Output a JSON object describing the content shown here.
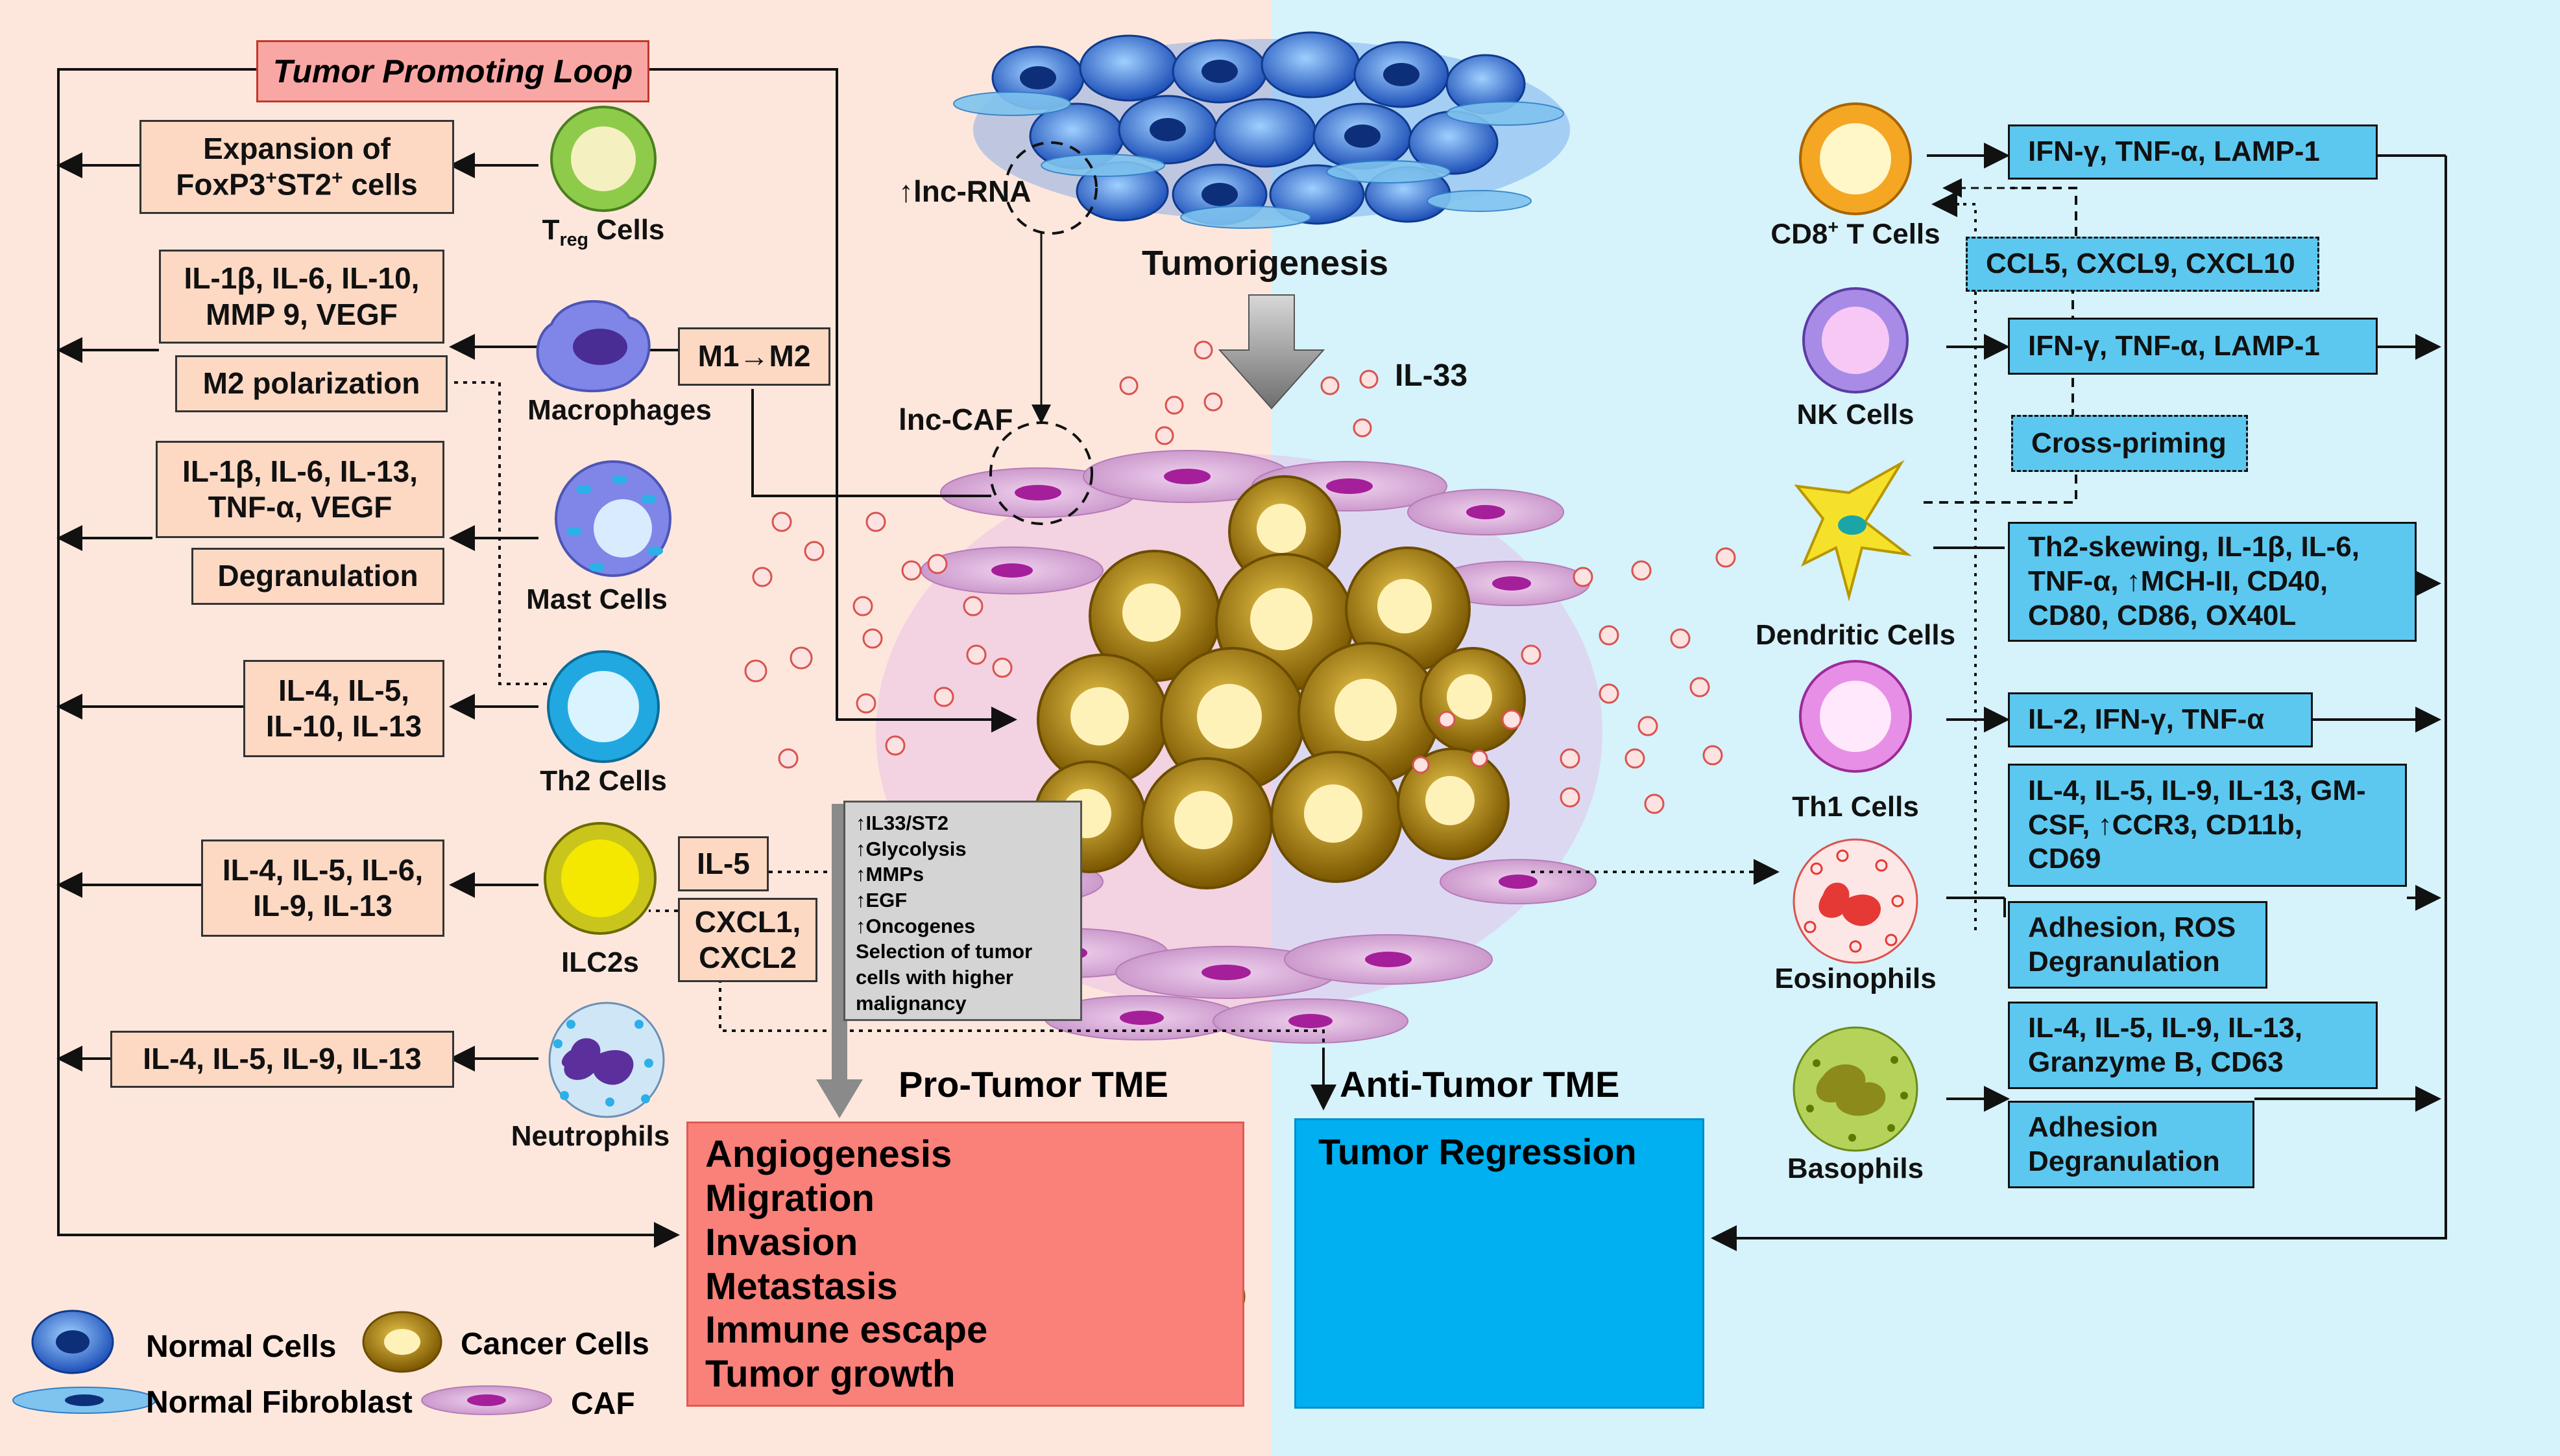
{
  "colors": {
    "left_bg": "#fde7dc",
    "right_bg": "#d6f2fb",
    "promoting_box": "#fdd9c4",
    "anti_box": "#5cc8f0",
    "pro_outcome": "#fa807a",
    "anti_outcome": "#00b0f0",
    "cancer": "#b8860b",
    "caf": "#d8a6d6",
    "normal": "#2b6cd8",
    "il33_dot": "#d9534f"
  },
  "header": {
    "tumor_promoting_loop": "Tumor Promoting Loop",
    "tumorigenesis": "Tumorigenesis",
    "lnc_rna": "↑lnc-RNA",
    "lnc_caf": "lnc-CAF",
    "il33": "IL-33",
    "m1_m2": "M1→M2"
  },
  "left_cells": {
    "treg": {
      "pre": "T",
      "sub": "reg",
      "post": " Cells"
    },
    "macrophages": "Macrophages",
    "mast": "Mast Cells",
    "th2": "Th2 Cells",
    "ilc2s": "ILC2s",
    "neutrophils": "Neutrophils"
  },
  "left_boxes": {
    "treg_line1": "Expansion of",
    "treg_line2_a": "FoxP3",
    "treg_line2_b": "ST2",
    "treg_line2_c": " cells",
    "treg_sup1": "+",
    "treg_sup2": "+",
    "mac_line1": "IL-1β, IL-6, IL-10,",
    "mac_line2": "MMP 9, VEGF",
    "mac_m2": "M2 polarization",
    "mast_line1": "IL-1β, IL-6, IL-13,",
    "mast_line2": "TNF-α, VEGF",
    "mast_degran": "Degranulation",
    "th2_line1": "IL-4, IL-5,",
    "th2_line2": "IL-10, IL-13",
    "ilc2_line1": "IL-4, IL-5, IL-6,",
    "ilc2_line2": "IL-9, IL-13",
    "ilc2_il5": "IL-5",
    "ilc2_cxcl1": "CXCL1,",
    "ilc2_cxcl2": "CXCL2",
    "neut": "IL-4, IL-5, IL-9, IL-13"
  },
  "center_box": [
    "↑IL33/ST2",
    "↑Glycolysis",
    "↑MMPs",
    "↑EGF",
    "↑Oncogenes",
    "Selection of tumor",
    "cells with higher",
    "malignancy"
  ],
  "pro_tumor": {
    "title": "Pro-Tumor TME",
    "items": [
      "Angiogenesis",
      "Migration",
      "Invasion",
      "Metastasis",
      "Immune escape",
      "Tumor growth"
    ]
  },
  "anti_tumor": {
    "title": "Anti-Tumor TME",
    "outcome": "Tumor Regression"
  },
  "right_cells": {
    "cd8_a": "CD8",
    "cd8_sup": "+",
    "cd8_b": " T Cells",
    "nk": "NK Cells",
    "dendritic": "Dendritic Cells",
    "th1": "Th1 Cells",
    "eosinophils": "Eosinophils",
    "basophils": "Basophils"
  },
  "right_boxes": {
    "cd8": "IFN-γ, TNF-α, LAMP-1",
    "ccl5": "CCL5, CXCL9, CXCL10",
    "nk": "IFN-γ, TNF-α, LAMP-1",
    "cross_priming": "Cross-priming",
    "dc_line1": "Th2-skewing, IL-1β, IL-6,",
    "dc_line2": "TNF-α, ↑MCH-II, CD40,",
    "dc_line3": "CD80, CD86, OX40L",
    "th1": "IL-2, IFN-γ, TNF-α",
    "eos_line1": "IL-4, IL-5, IL-9, IL-13, GM-",
    "eos_line2": "CSF, ↑CCR3, CD11b,",
    "eos_line3": "CD69",
    "eos_adh1": "Adhesion, ROS",
    "eos_adh2": "Degranulation",
    "baso_line1": "IL-4, IL-5, IL-9, IL-13,",
    "baso_line2": "Granzyme B, CD63",
    "baso_adh1": "Adhesion",
    "baso_adh2": "Degranulation"
  },
  "legend": {
    "normal_cells": "Normal Cells",
    "cancer_cells": "Cancer Cells",
    "normal_fibroblast": "Normal Fibroblast",
    "caf": "CAF"
  }
}
